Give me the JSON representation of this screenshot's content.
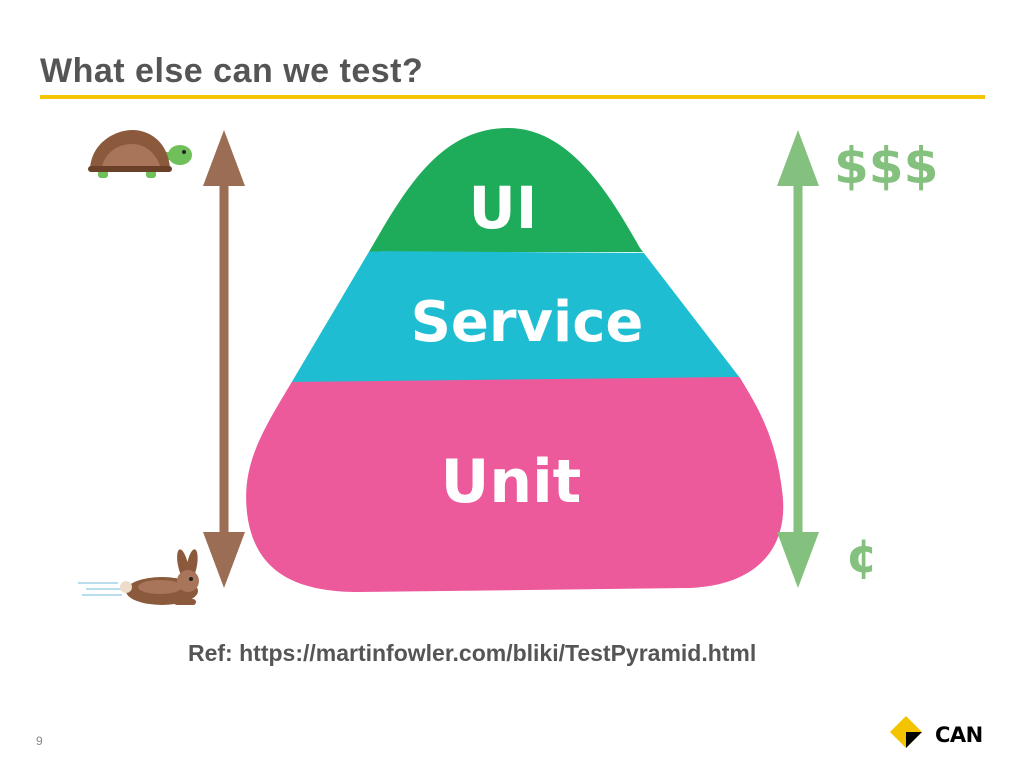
{
  "slide": {
    "title": "What else can we test?",
    "reference": "Ref: https://martinfowler.com/bliki/TestPyramid.html",
    "page_number": "9",
    "brand": "CAN"
  },
  "pyramid": {
    "layers": [
      {
        "label": "UI",
        "color": "#1fac5a"
      },
      {
        "label": "Service",
        "color": "#1ebdd1"
      },
      {
        "label": "Unit",
        "color": "#ec5a9c"
      }
    ]
  },
  "speed_axis": {
    "top": "turtle-icon",
    "bottom": "rabbit-icon",
    "color": "#9b6d55"
  },
  "cost_axis": {
    "top_label": "$$$",
    "bottom_label": "¢",
    "color": "#85c17e"
  },
  "colors": {
    "accent": "#f5c400",
    "title": "#555555"
  }
}
